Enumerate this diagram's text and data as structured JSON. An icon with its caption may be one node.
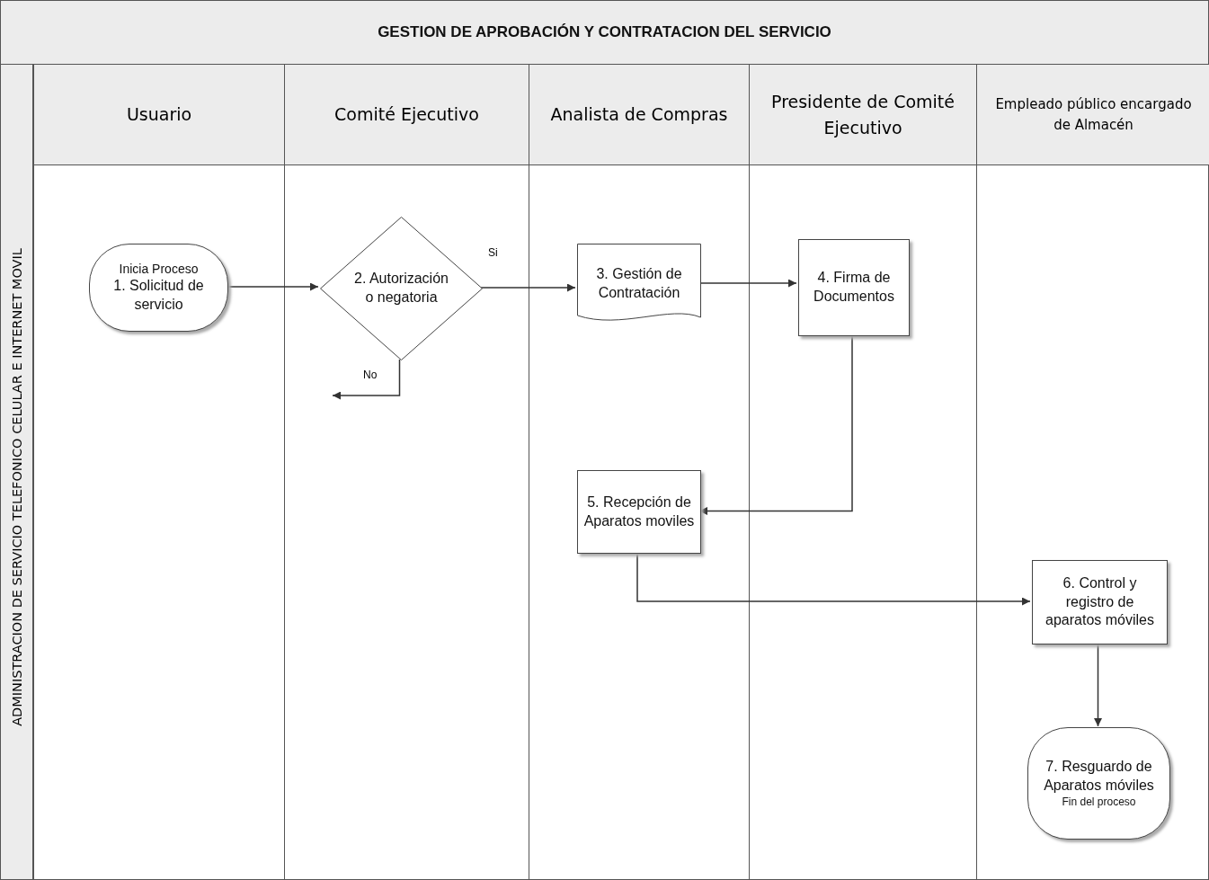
{
  "diagram": {
    "title": "GESTION DE APROBACIÓN Y CONTRATACION DEL SERVICIO",
    "nodes": [
      {
        "text": [
          "ADMINISTRACION DE SERVICIO TELEFONICO CELULAR E INTERNET MOVIL"
        ]
      },
      {
        "text": [
          "Usuario"
        ],
        "in": 0
      },
      {
        "text": [
          "Comité Ejecutivo"
        ],
        "in": 0
      },
      {
        "text": [
          "Analista de Compras"
        ],
        "in": 0
      },
      {
        "text": [
          "Presidente de Comité Ejecutivo"
        ],
        "in": 0
      },
      {
        "text": [
          "Empleado público encargado de Almacén"
        ],
        "in": 0
      },
      {
        "text": [
          "Inicia Proceso",
          "1. Solicitud de servicio"
        ],
        "in": 1
      },
      {
        "text": [
          "2. Autorización o negatoria"
        ],
        "in": 2
      },
      {
        "text": [
          "3. Gestión de Contratación"
        ],
        "in": 3
      },
      {
        "text": [
          "4. Firma de Documentos"
        ],
        "in": 4
      },
      {
        "text": [
          "5. Recepción de Aparatos moviles"
        ],
        "in": 3
      },
      {
        "text": [
          "6. Control y registro de aparatos móviles"
        ],
        "in": 5
      },
      {
        "text": [
          "7. Resguardo de Aparatos móviles",
          "Fin del proceso"
        ],
        "in": 5
      }
    ],
    "edges": [
      {
        "from": 6,
        "to": 7,
        "arrow": "to"
      },
      {
        "from": 7,
        "to": 8,
        "label": "Si",
        "arrow": "to"
      },
      {
        "from": 7,
        "to": null,
        "label": "No",
        "arrow": "to"
      },
      {
        "from": 8,
        "to": 9,
        "arrow": "to"
      },
      {
        "from": 9,
        "to": 10,
        "arrow": "to"
      },
      {
        "from": 10,
        "to": 11,
        "arrow": "to"
      },
      {
        "from": 11,
        "to": 12,
        "arrow": "to"
      }
    ]
  }
}
